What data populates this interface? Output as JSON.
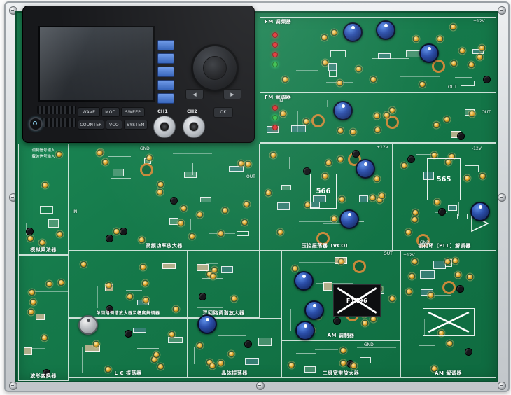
{
  "generator": {
    "buttons_row1": [
      "WAVE",
      "MOD",
      "SWEEP"
    ],
    "buttons_row2": [
      "COUNTER",
      "VCO",
      "SYSTEM"
    ],
    "ch1_label": "CH1",
    "ch2_label": "CH2",
    "ok_label": "OK"
  },
  "modules": {
    "fm_mod": {
      "label": "FM 调频器"
    },
    "fm_demod": {
      "label": "FM 解调器"
    },
    "left_mult": {
      "label": "模拟乘法器",
      "input1": "调制信号输入",
      "input2": "载波信号输入"
    },
    "hf_pa": {
      "label": "高频功率放大器"
    },
    "vco": {
      "label": "压控振荡器（VCO）",
      "chip": "566"
    },
    "pll": {
      "label": "锁相环（PLL）解调器",
      "chip": "565"
    },
    "left_wave": {
      "label": "波形变换器"
    },
    "single_tuned": {
      "label": "单回路调谐放大器及幅度解调器"
    },
    "double_tuned": {
      "label": "双回路调谐放大器"
    },
    "lc_osc": {
      "label": "L C 振荡器"
    },
    "xtal_osc": {
      "label": "晶体振荡器"
    },
    "am_mod": {
      "label": "AM 调制器",
      "chip": "F1496"
    },
    "wideband": {
      "label": "二级宽带放大器"
    },
    "am_demod": {
      "label": "AM 解调器"
    }
  },
  "pin_labels": [
    "IN",
    "OUT",
    "GND",
    "+12V",
    "-12V"
  ],
  "colors": {
    "pcb_green": "#15794a",
    "terminal_gold": "#d79a1e",
    "knob_blue": "#2a4da8",
    "softkey_blue": "#3d6fe0",
    "led_red": "#e03434",
    "led_green": "#35c04a"
  }
}
